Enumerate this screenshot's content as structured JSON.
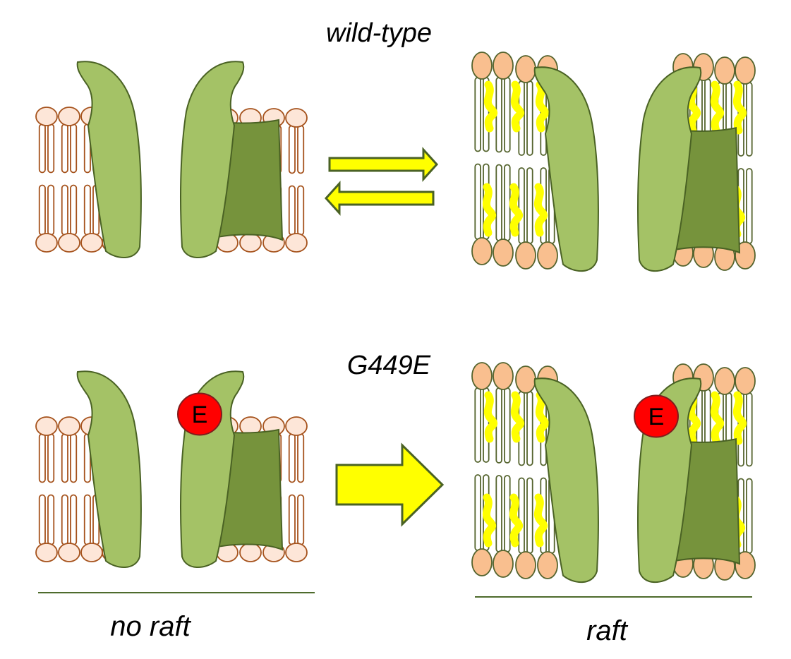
{
  "labels": {
    "top_condition": "wild-type",
    "bottom_condition": "G449E",
    "left_caption": "no raft",
    "right_caption": "raft",
    "residue": "E"
  },
  "colors": {
    "lipid_thin_fill": "#fde6d8",
    "lipid_thin_stroke": "#a5521c",
    "lipid_raft_fill": "#f9bf8f",
    "lipid_raft_stroke": "#55642e",
    "protein_outer": "#a4c266",
    "protein_core": "#76933c",
    "protein_stroke": "#4a6224",
    "cholesterol": "#ffff00",
    "arrow_fill": "#ffff00",
    "arrow_stroke": "#4a6224",
    "residue_fill": "#ff0000",
    "residue_stroke": "#7f1d1d"
  },
  "icons": {
    "equilibrium": "equilibrium-arrows-icon",
    "shift": "right-arrow-icon",
    "channel": "ion-channel-icon",
    "membrane": "lipid-bilayer-icon",
    "cholesterol": "cholesterol-icon"
  }
}
